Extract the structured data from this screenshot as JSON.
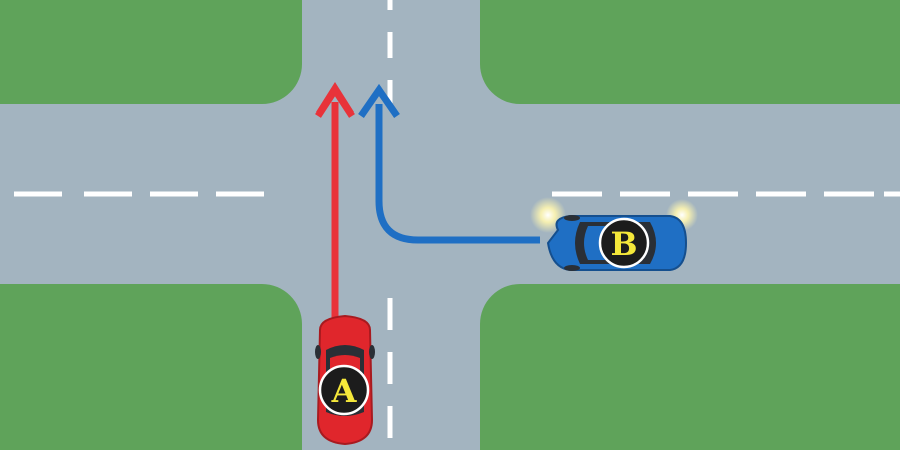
{
  "colors": {
    "grass": "#5fa35a",
    "road": "#a3b4c0",
    "lane_marking": "#ffffff",
    "car_a": "#e0262c",
    "car_b": "#1f6fc4",
    "arrow_a": "#e8333a",
    "arrow_b": "#1f6fc4",
    "badge_bg": "#1c1c1c",
    "badge_ring": "#ffffff",
    "badge_text": "#f5e83a",
    "headlight": "#fff3a8"
  },
  "vehicles": {
    "car_a": {
      "label": "A",
      "direction": "north",
      "maneuver": "straight"
    },
    "car_b": {
      "label": "B",
      "direction": "west",
      "maneuver": "right-turn",
      "headlights_on": true
    }
  }
}
